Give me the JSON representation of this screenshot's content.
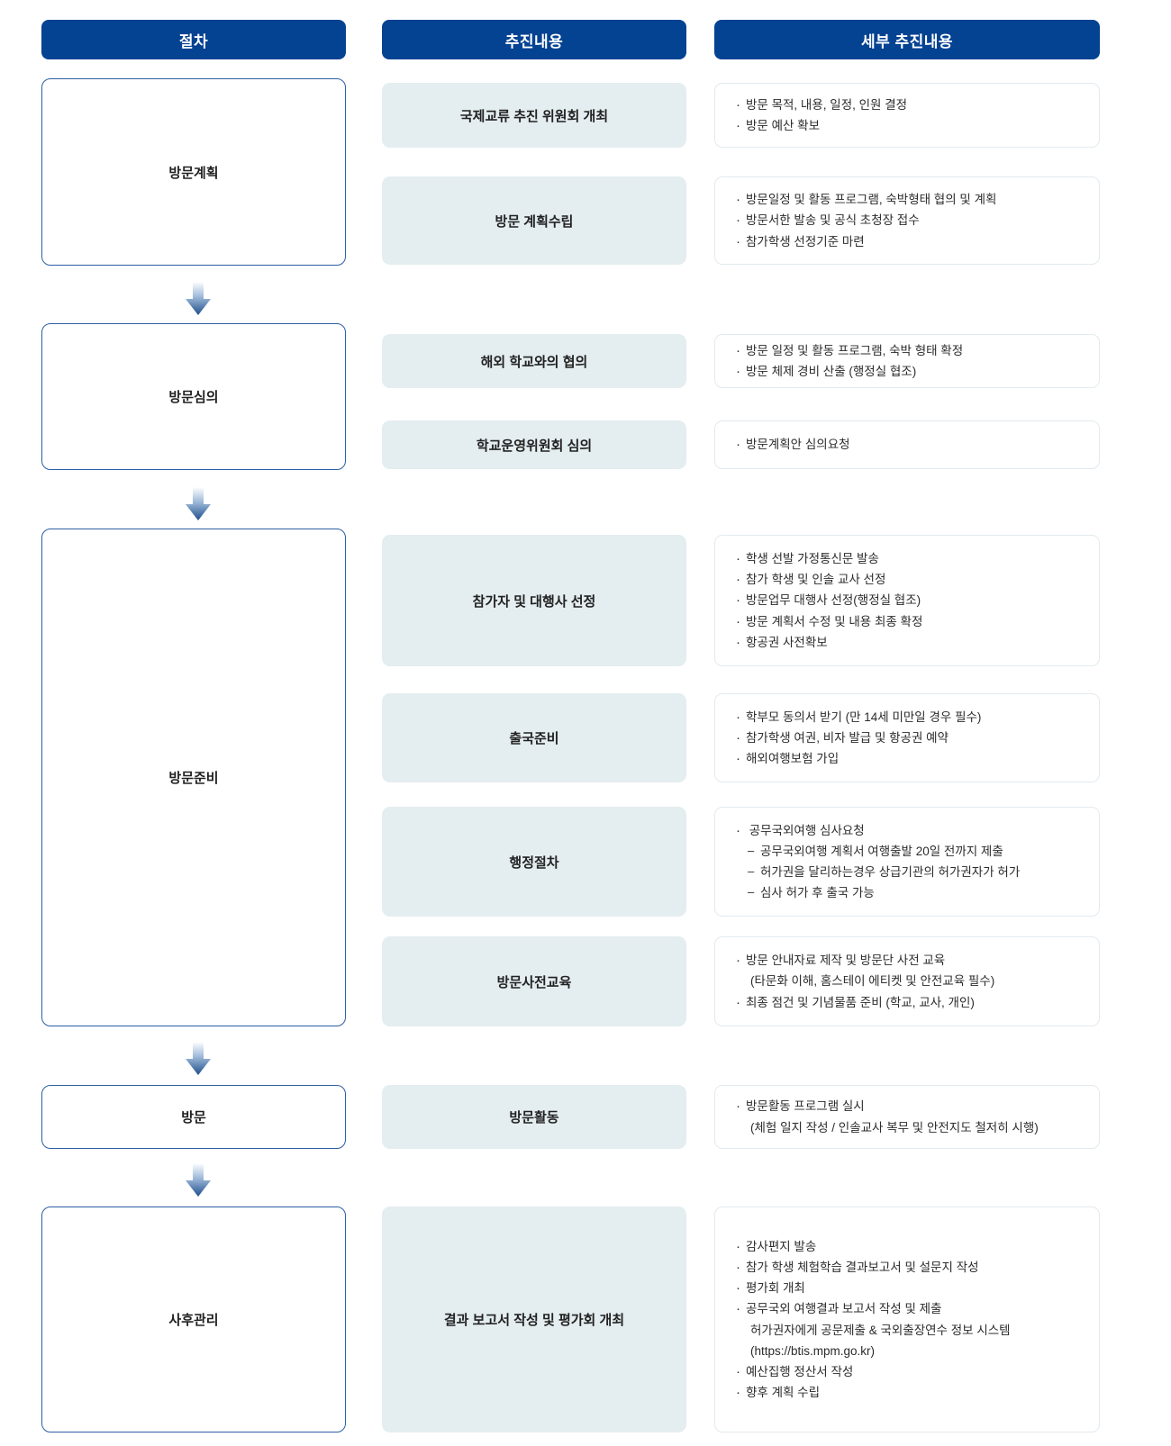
{
  "headers": {
    "procedure": "절차",
    "plan": "추진내용",
    "detail": "세부 추진내용"
  },
  "theme": {
    "header_bg": "#044292",
    "header_text": "#ffffff",
    "stage_border": "#2c5fa3",
    "plan_bg": "#e4edf0",
    "detail_border": "#e2eaef",
    "arrow_color": "#2c5fa3"
  },
  "stages": [
    {
      "label": "방문계획"
    },
    {
      "label": "방문심의"
    },
    {
      "label": "방문준비"
    },
    {
      "label": "방문"
    },
    {
      "label": "사후관리"
    }
  ],
  "plans": [
    {
      "label": "국제교류 추진 위원회 개최"
    },
    {
      "label": "방문 계획수립"
    },
    {
      "label": "해외 학교와의 협의"
    },
    {
      "label": "학교운영위원회 심의"
    },
    {
      "label": "참가자 및 대행사 선정"
    },
    {
      "label": "출국준비"
    },
    {
      "label": "행정절차"
    },
    {
      "label": "방문사전교육"
    },
    {
      "label": "방문활동"
    },
    {
      "label": "결과 보고서 작성 및 평가회 개최"
    }
  ],
  "details": [
    {
      "lines": [
        {
          "level": 1,
          "text": "방문 목적, 내용, 일정, 인원 결정"
        },
        {
          "level": 1,
          "text": "방문 예산 확보"
        }
      ]
    },
    {
      "lines": [
        {
          "level": 1,
          "text": "방문일정 및 활동 프로그램, 숙박형태 협의 및 계획"
        },
        {
          "level": 1,
          "text": "방문서한 발송 및 공식 초청장 접수"
        },
        {
          "level": 1,
          "text": "참가학생 선정기준 마련"
        }
      ]
    },
    {
      "lines": [
        {
          "level": 1,
          "text": "방문 일정 및 활동 프로그램, 숙박 형태 확정"
        },
        {
          "level": 1,
          "text": "방문 체제 경비 산출 (행정실 협조)"
        }
      ]
    },
    {
      "lines": [
        {
          "level": 1,
          "text": "방문계획안 심의요청"
        }
      ]
    },
    {
      "lines": [
        {
          "level": 1,
          "text": "학생 선발 가정통신문 발송"
        },
        {
          "level": 1,
          "text": "참가 학생 및 인솔 교사 선정"
        },
        {
          "level": 1,
          "text": "방문업무 대행사 선정(행정실 협조)"
        },
        {
          "level": 1,
          "text": "방문 계획서 수정 및 내용 최종 확정"
        },
        {
          "level": 1,
          "text": "항공권 사전확보"
        }
      ]
    },
    {
      "lines": [
        {
          "level": 1,
          "text": "학부모 동의서 받기 (만 14세 미만일 경우 필수)"
        },
        {
          "level": 1,
          "text": "참가학생 여권, 비자 발급 및 항공권 예약"
        },
        {
          "level": 1,
          "text": "해외여행보험 가입"
        }
      ]
    },
    {
      "lines": [
        {
          "level": 1,
          "text": " 공무국외여행 심사요청"
        },
        {
          "level": 2,
          "text": "공무국외여행 계획서 여행출발 20일 전까지 제출"
        },
        {
          "level": 2,
          "text": "허가권을 달리하는경우 상급기관의 허가권자가 허가"
        },
        {
          "level": 2,
          "text": "심사 허가 후 출국 가능"
        }
      ]
    },
    {
      "lines": [
        {
          "level": 1,
          "text": "방문 안내자료 제작 및 방문단 사전 교육"
        },
        {
          "level": 0,
          "text": "(타문화 이해, 홈스테이 에티켓 및 안전교육 필수)"
        },
        {
          "level": 1,
          "text": "최종 점건 및 기념물품 준비 (학교, 교사, 개인)"
        }
      ]
    },
    {
      "lines": [
        {
          "level": 1,
          "text": "방문활동 프로그램 실시"
        },
        {
          "level": 0,
          "text": "(체험 일지 작성 / 인솔교사 복무 및 안전지도 철저히 시행)"
        }
      ]
    },
    {
      "lines": [
        {
          "level": 1,
          "text": "감사편지 발송"
        },
        {
          "level": 1,
          "text": "참가 학생 체험학습 결과보고서 및 설문지 작성"
        },
        {
          "level": 1,
          "text": "평가회 개최"
        },
        {
          "level": 1,
          "text": "공무국외 여행결과 보고서 작성 및 제출"
        },
        {
          "level": 0,
          "text": "허가권자에게 공문제출 & 국외출장연수 정보 시스템"
        },
        {
          "level": 0,
          "text": "(https://btis.mpm.go.kr)"
        },
        {
          "level": 1,
          "text": "예산집행 정산서 작성"
        },
        {
          "level": 1,
          "text": "향후 계획 수립"
        }
      ]
    }
  ]
}
